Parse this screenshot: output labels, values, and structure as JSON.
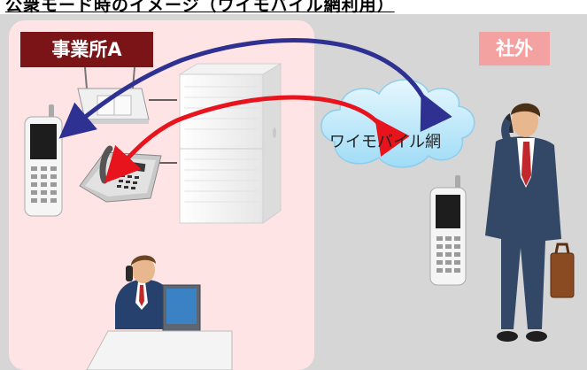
{
  "title": "公衆モード時のイメージ（ワイモバイル網利用）",
  "office_label": "事業所A",
  "outside_label": "社外",
  "network_label": "ワイモバイル網",
  "colors": {
    "office_label_bg": "#7b1416",
    "outside_label_bg": "#f4a1a1",
    "office_panel_bg": "#ffe4e6",
    "background": "#d6d6d6",
    "cloud_fill": "#c8ecfb",
    "arrow_blue": "#2e3192",
    "arrow_red": "#e8141d"
  },
  "icons": [
    "access-point-icon",
    "pbx-server-icon",
    "desk-phone-icon",
    "mobile-phone-icon",
    "office-worker-icon",
    "businessman-icon"
  ]
}
